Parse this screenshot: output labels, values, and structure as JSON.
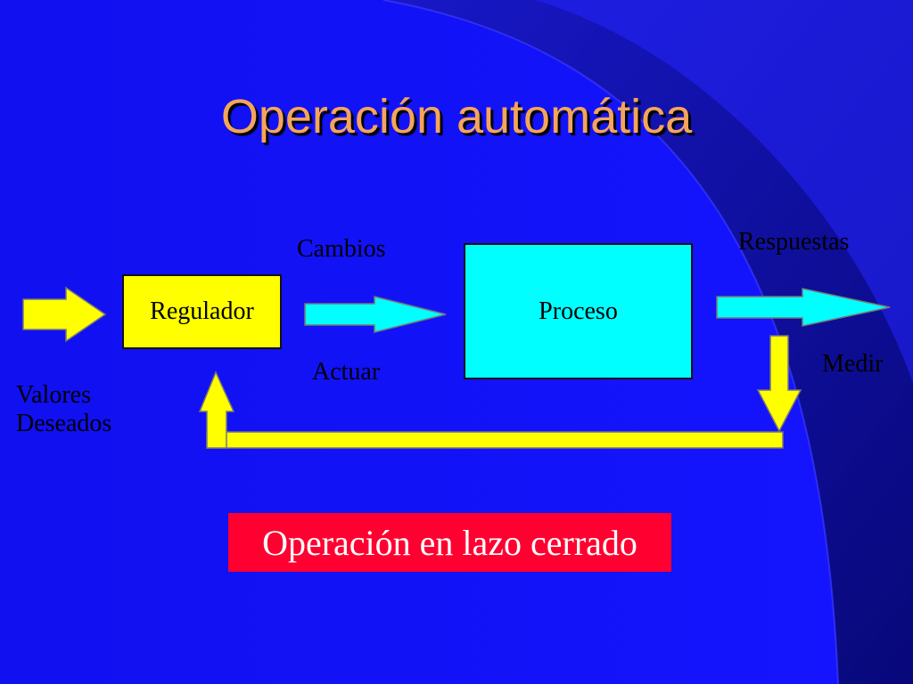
{
  "slide": {
    "title": "Operación automática",
    "caption": "Operación en lazo cerrado"
  },
  "diagram": {
    "blocks": {
      "regulador": "Regulador",
      "proceso": "Proceso"
    },
    "labels": {
      "cambios": "Cambios",
      "actuar": "Actuar",
      "respuestas": "Respuestas",
      "medir": "Medir",
      "valores": "Valores",
      "deseados": "Deseados"
    }
  },
  "colors": {
    "background_dark": "#0b0b8c",
    "background_light": "#1a1aff",
    "title": "#f5a45c",
    "arrow_yellow": "#ffff00",
    "arrow_cyan": "#00ffff",
    "regulador_fill": "#ffff00",
    "proceso_fill": "#00ffff",
    "caption_fill": "#ff0030"
  }
}
